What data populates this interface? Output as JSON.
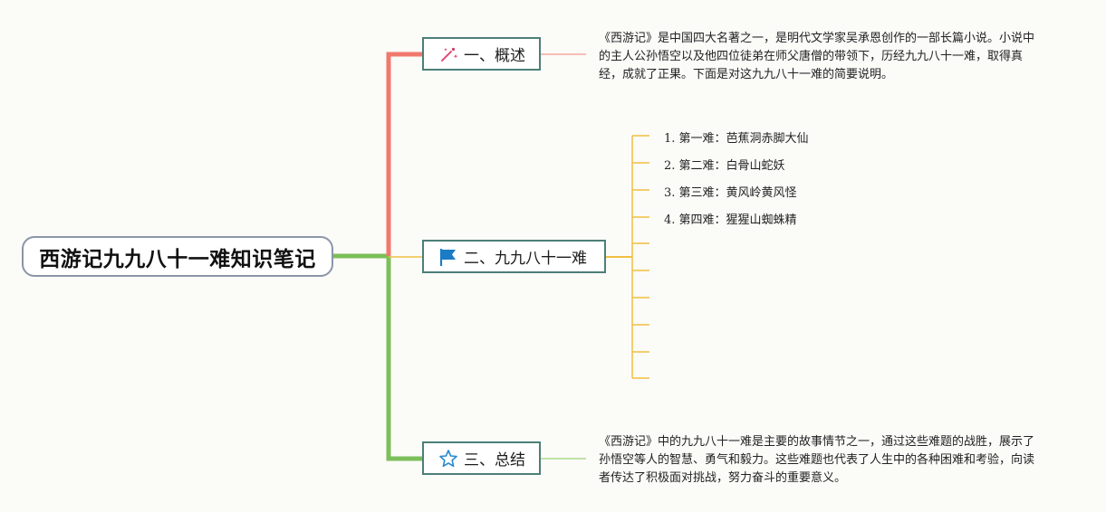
{
  "root": {
    "title": "西游记九九八十一难知识笔记"
  },
  "branches": [
    {
      "id": "overview",
      "label": "一、概述",
      "icon": "magic-wand-icon",
      "color": "#f0786c"
    },
    {
      "id": "81",
      "label": "二、九九八十一难",
      "icon": "flag-icon",
      "color": "#f0c040"
    },
    {
      "id": "summary",
      "label": "三、总结",
      "icon": "star-icon",
      "color": "#7cbf5a"
    }
  ],
  "overview_text": "《西游记》是中国四大名著之一，是明代文学家吴承恩创作的一部长篇小说。小说中的主人公孙悟空以及他四位徒弟在师父唐僧的带领下，历经九九八十一难，取得真经，成就了正果。下面是对这九九八十一难的简要说明。",
  "difficulties": [
    "1. 第一难：芭蕉洞赤脚大仙",
    "2. 第二难：白骨山蛇妖",
    "3. 第三难：黄风岭黄风怪",
    "4. 第四难：猩猩山蜘蛛精"
  ],
  "summary_text": "《西游记》中的九九八十一难是主要的故事情节之一，通过这些难题的战胜，展示了孙悟空等人的智慧、勇气和毅力。这些难题也代表了人生中的各种困难和考验，向读者传达了积极面对挑战，努力奋斗的重要意义。",
  "colors": {
    "trunk_top": "#f0786c",
    "trunk_bottom": "#7cbf5a",
    "list_line": "#f0c040",
    "node_border": "#4d7e78",
    "root_border": "#8c95a8"
  }
}
